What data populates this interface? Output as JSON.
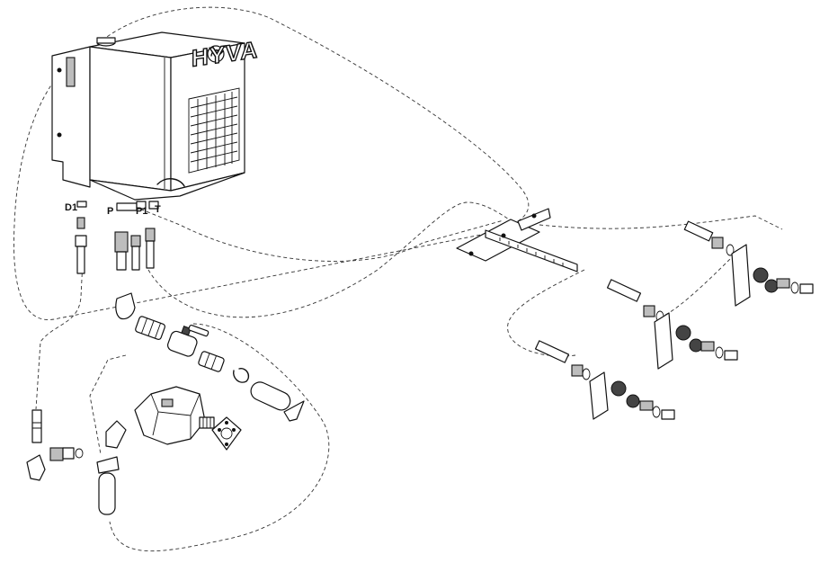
{
  "tank": {
    "brand": "HYVA",
    "logo_icon": "hyva-arrow-icon"
  },
  "ports": [
    {
      "id": "d1",
      "label": "D1"
    },
    {
      "id": "p",
      "label": "P"
    },
    {
      "id": "p1",
      "label": "P1"
    },
    {
      "id": "t",
      "label": "T"
    }
  ]
}
